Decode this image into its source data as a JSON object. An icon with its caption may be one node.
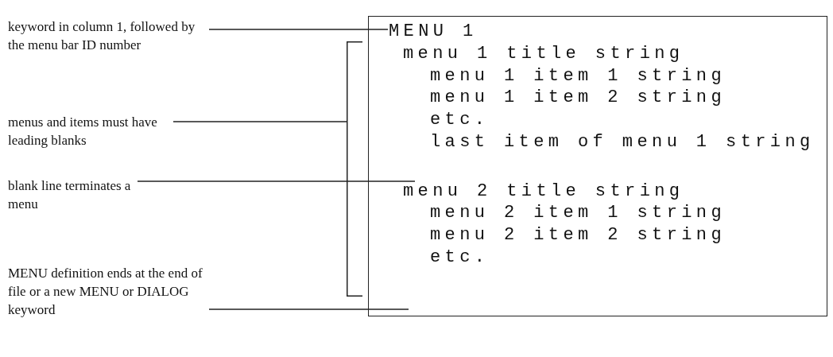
{
  "diagram": {
    "nodes": [
      {
        "text": [
          "keyword in column 1, followed by the menu bar ID number"
        ]
      },
      {
        "text": [
          "menus and items must have leading blanks"
        ]
      },
      {
        "text": [
          "blank line terminates a menu"
        ]
      },
      {
        "text": [
          "MENU definition ends at the end of file or a new MENU or DIALOG keyword"
        ]
      },
      {
        "text": [],
        "shape": "box"
      },
      {
        "text": [
          "MENU 1"
        ],
        "in": 4
      },
      {
        "text": [
          "menu 1 title string"
        ],
        "in": 4
      },
      {
        "text": [
          "menu 1 item 1 string"
        ],
        "in": 4
      },
      {
        "text": [
          "menu 1 item 2 string"
        ],
        "in": 4
      },
      {
        "text": [
          "etc."
        ],
        "in": 4
      },
      {
        "text": [
          "last item of menu 1 string"
        ],
        "in": 4
      },
      {
        "text": [
          "menu 2 title string"
        ],
        "in": 4
      },
      {
        "text": [
          "menu 2 item 1 string"
        ],
        "in": 4
      },
      {
        "text": [
          "menu 2 item 2 string"
        ],
        "in": 4
      },
      {
        "text": [
          "etc."
        ],
        "in": 4
      },
      {
        "text": [],
        "shape": "bracket"
      }
    ],
    "edges": [
      {
        "from": 0,
        "to": 5,
        "arrow": "none"
      },
      {
        "from": 1,
        "to": 15,
        "arrow": "none"
      },
      {
        "from": 2,
        "to": 4,
        "arrow": "none"
      },
      {
        "from": 3,
        "to": 4,
        "arrow": "none"
      }
    ]
  }
}
